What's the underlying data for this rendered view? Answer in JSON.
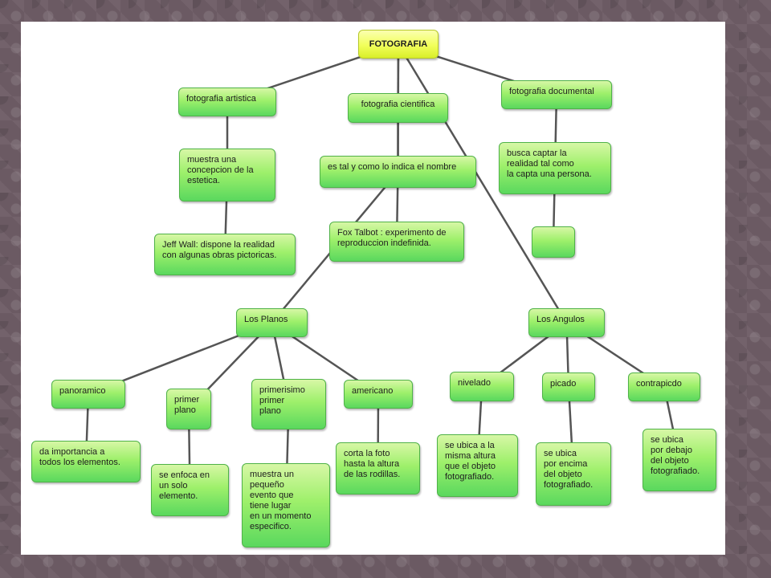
{
  "diagram": {
    "root": "FOTOGRAFIA",
    "nodes": {
      "artistica": "fotografia artistica",
      "cientifica": "fotografia cientifica",
      "documental": "fotografia documental",
      "estetica": "muestra una\nconcepcion de la\nestetica.",
      "es_tal": "es tal y como lo indica el nombre",
      "busca": "busca captar la\nrealidad tal como\nla capta una persona.",
      "jeff_wall": "Jeff Wall: dispone la realidad\ncon algunas obras pictoricas.",
      "fox_talbot": "Fox Talbot : experimento de\nreproduccion indefinida.",
      "empty": "",
      "los_planos": "Los Planos",
      "los_angulos": "Los Angulos",
      "panoramico": "panoramico",
      "primer_plano": "primer\nplano",
      "primerisimo": "primerisimo\nprimer\nplano",
      "americano": "americano",
      "nivelado": "nivelado",
      "picado": "picado",
      "contrapicado": "contrapicdo",
      "panoramico_desc": "da importancia a\ntodos los elementos.",
      "primer_plano_desc": "se enfoca en\nun solo\nelemento.",
      "primerisimo_desc": "muestra un\npequeño\nevento que\ntiene lugar\nen un momento\nespecifico.",
      "americano_desc": "corta la foto\nhasta la altura\nde las rodillas.",
      "nivelado_desc": "se ubica a la\nmisma altura\nque el objeto\nfotografiado.",
      "picado_desc": "se ubica\npor encima\ndel objeto\nfotografiado.",
      "contrapicado_desc": "se ubica\npor debajo\ndel objeto\nfotografiado."
    },
    "edges": [
      [
        "root",
        "artistica"
      ],
      [
        "root",
        "cientifica"
      ],
      [
        "root",
        "documental"
      ],
      [
        "root",
        "es_tal"
      ],
      [
        "root",
        "los_angulos"
      ],
      [
        "artistica",
        "estetica"
      ],
      [
        "estetica",
        "jeff_wall"
      ],
      [
        "cientifica",
        "es_tal"
      ],
      [
        "es_tal",
        "fox_talbot"
      ],
      [
        "es_tal",
        "los_planos"
      ],
      [
        "documental",
        "busca"
      ],
      [
        "busca",
        "empty"
      ],
      [
        "los_planos",
        "panoramico"
      ],
      [
        "los_planos",
        "primer_plano"
      ],
      [
        "los_planos",
        "primerisimo"
      ],
      [
        "los_planos",
        "americano"
      ],
      [
        "los_angulos",
        "nivelado"
      ],
      [
        "los_angulos",
        "picado"
      ],
      [
        "los_angulos",
        "contrapicado"
      ],
      [
        "panoramico",
        "panoramico_desc"
      ],
      [
        "primer_plano",
        "primer_plano_desc"
      ],
      [
        "primerisimo",
        "primerisimo_desc"
      ],
      [
        "americano",
        "americano_desc"
      ],
      [
        "nivelado",
        "nivelado_desc"
      ],
      [
        "picado",
        "picado_desc"
      ],
      [
        "contrapicado",
        "contrapicado_desc"
      ]
    ]
  }
}
